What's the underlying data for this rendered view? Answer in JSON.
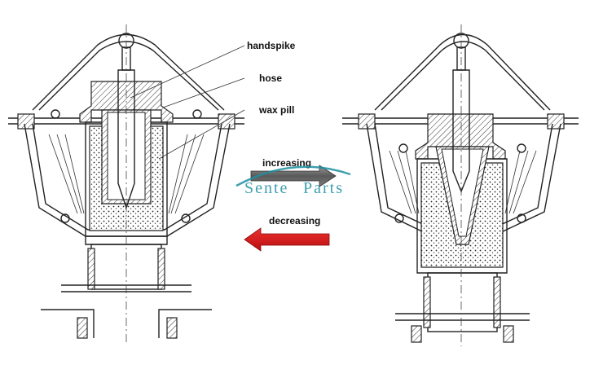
{
  "labels": {
    "handspike": "handspike",
    "hose": "hose",
    "wax_pill": "wax pill",
    "increasing": "increasing",
    "decreasing": "decreasing"
  },
  "watermark": {
    "part1": "Sente",
    "part2": "Parts"
  },
  "colors": {
    "increasing_arrow": "#6b6b6b",
    "decreasing_arrow": "#d11a1a",
    "watermark": "#1e8fa0",
    "line": "#222222"
  }
}
